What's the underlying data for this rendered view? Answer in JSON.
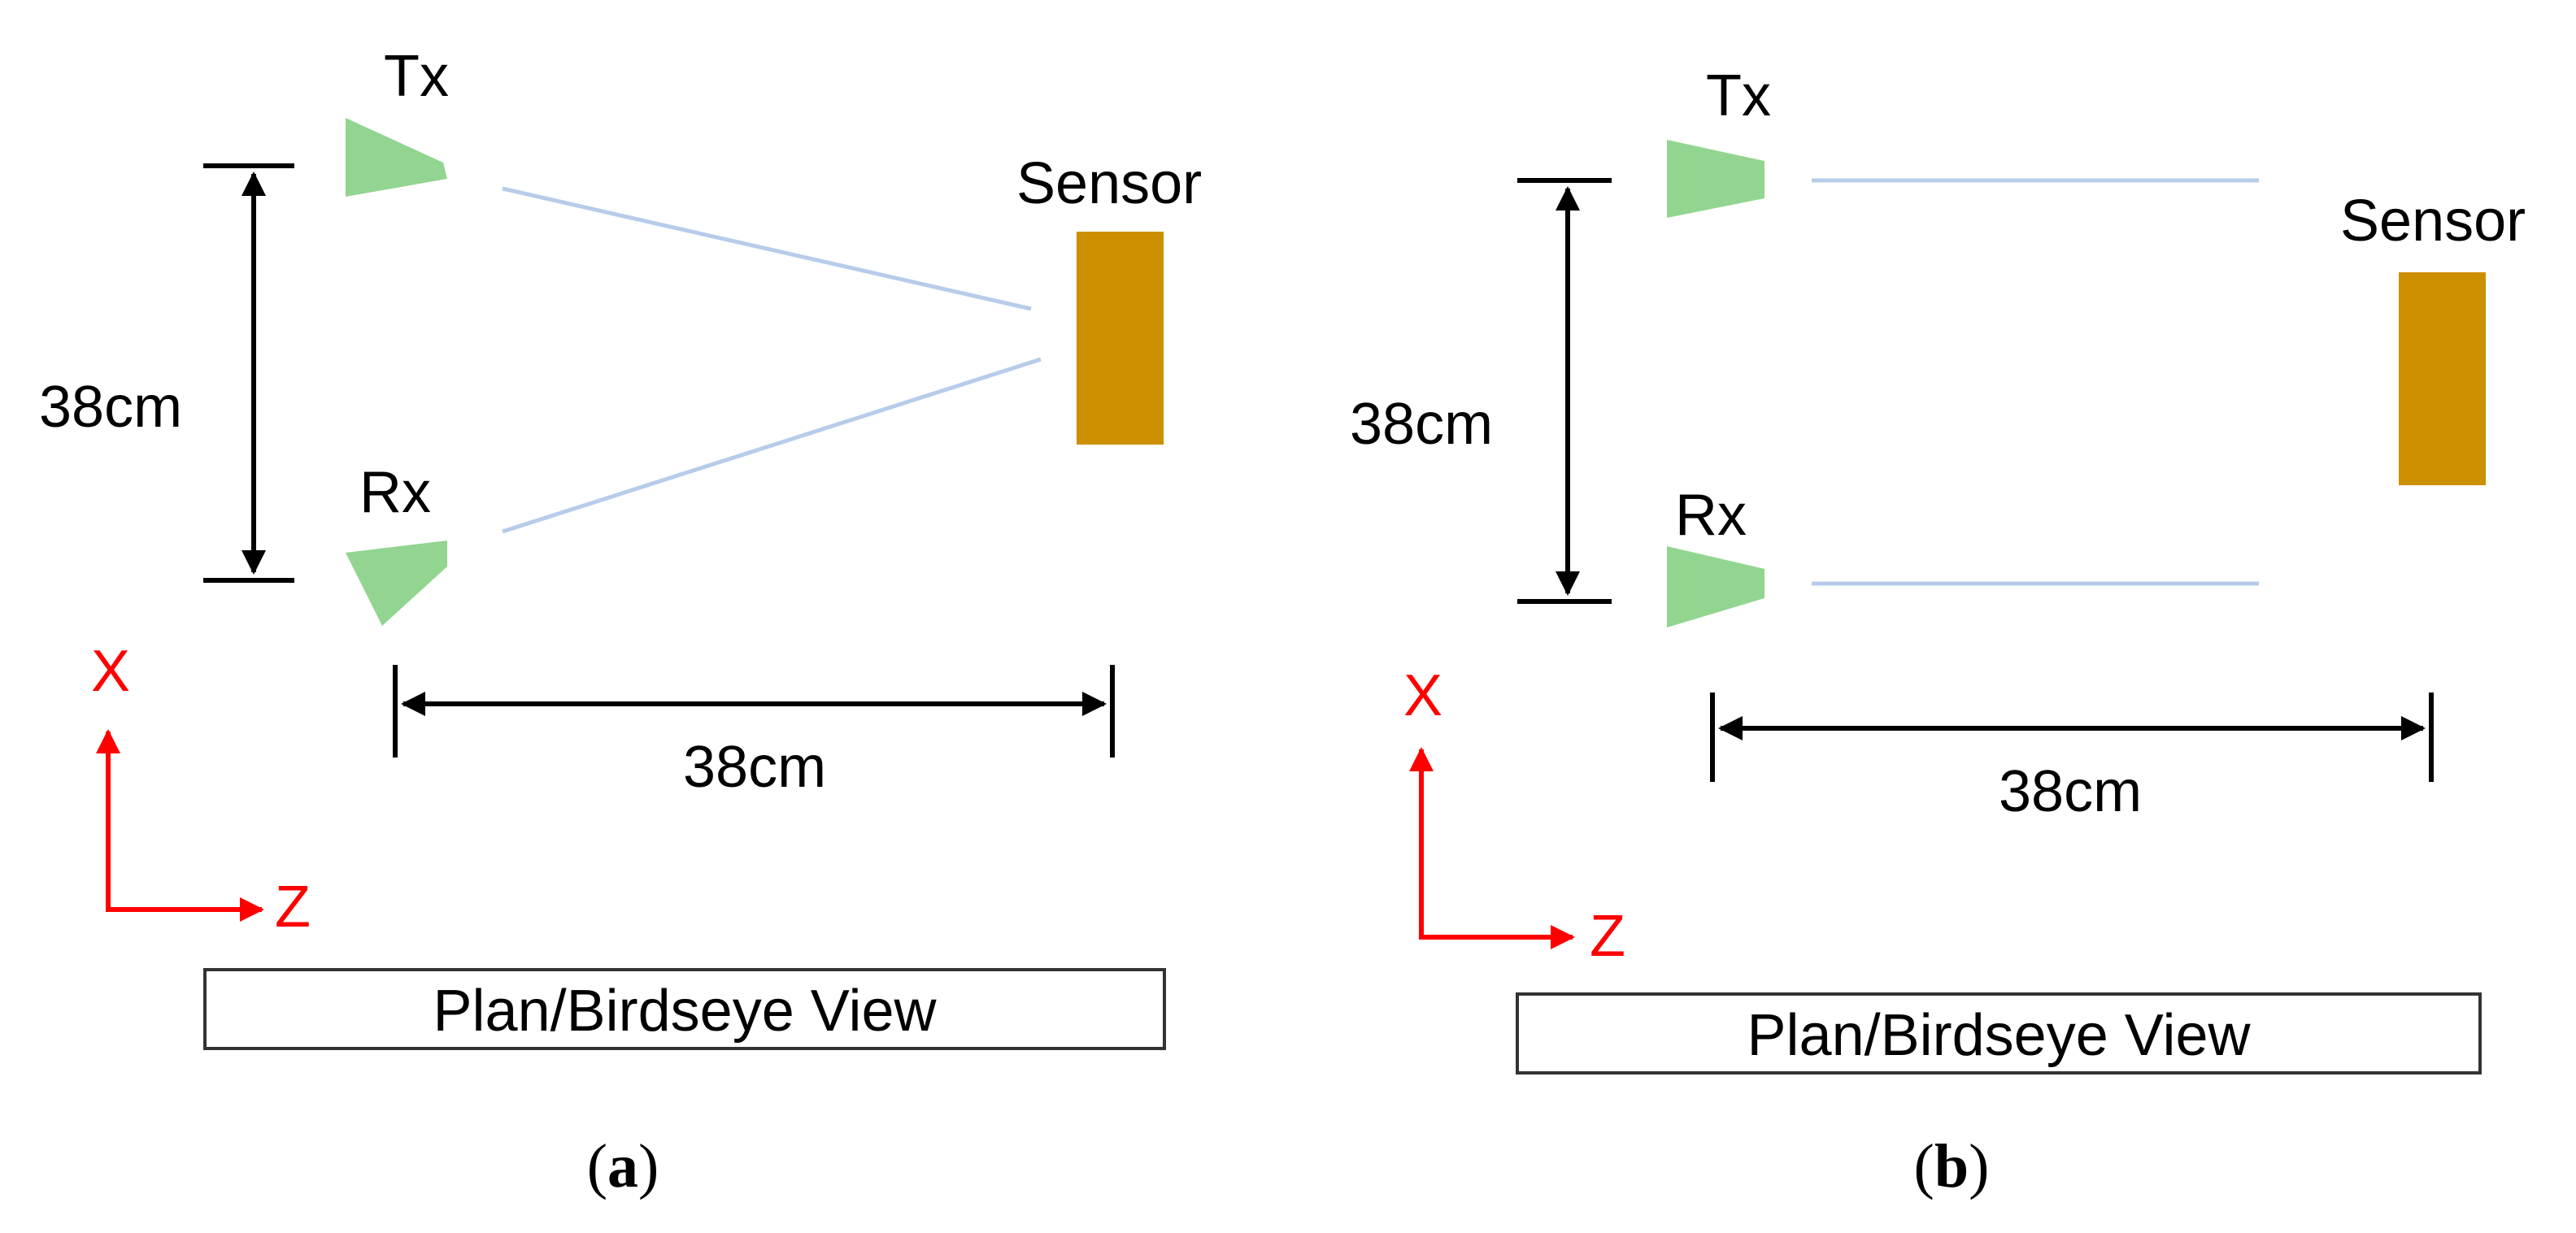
{
  "colors": {
    "antenna": "#92D590",
    "sensor": "#CC8F00",
    "beam": "#B7CCEA",
    "axis": "#FF0000",
    "dimension": "#000000"
  },
  "panels": [
    {
      "id": "a",
      "tx_label": "Tx",
      "rx_label": "Rx",
      "sensor_label": "Sensor",
      "separation_label": "38cm",
      "distance_label": "38cm",
      "axis_x_label": "X",
      "axis_z_label": "Z",
      "view_label": "Plan/Birdseye View",
      "caption_open": "(",
      "caption_letter": "a",
      "caption_close": ")"
    },
    {
      "id": "b",
      "tx_label": "Tx",
      "rx_label": "Rx",
      "sensor_label": "Sensor",
      "separation_label": "38cm",
      "distance_label": "38cm",
      "axis_x_label": "X",
      "axis_z_label": "Z",
      "view_label": "Plan/Birdseye View",
      "caption_open": "(",
      "caption_letter": "b",
      "caption_close": ")"
    }
  ]
}
